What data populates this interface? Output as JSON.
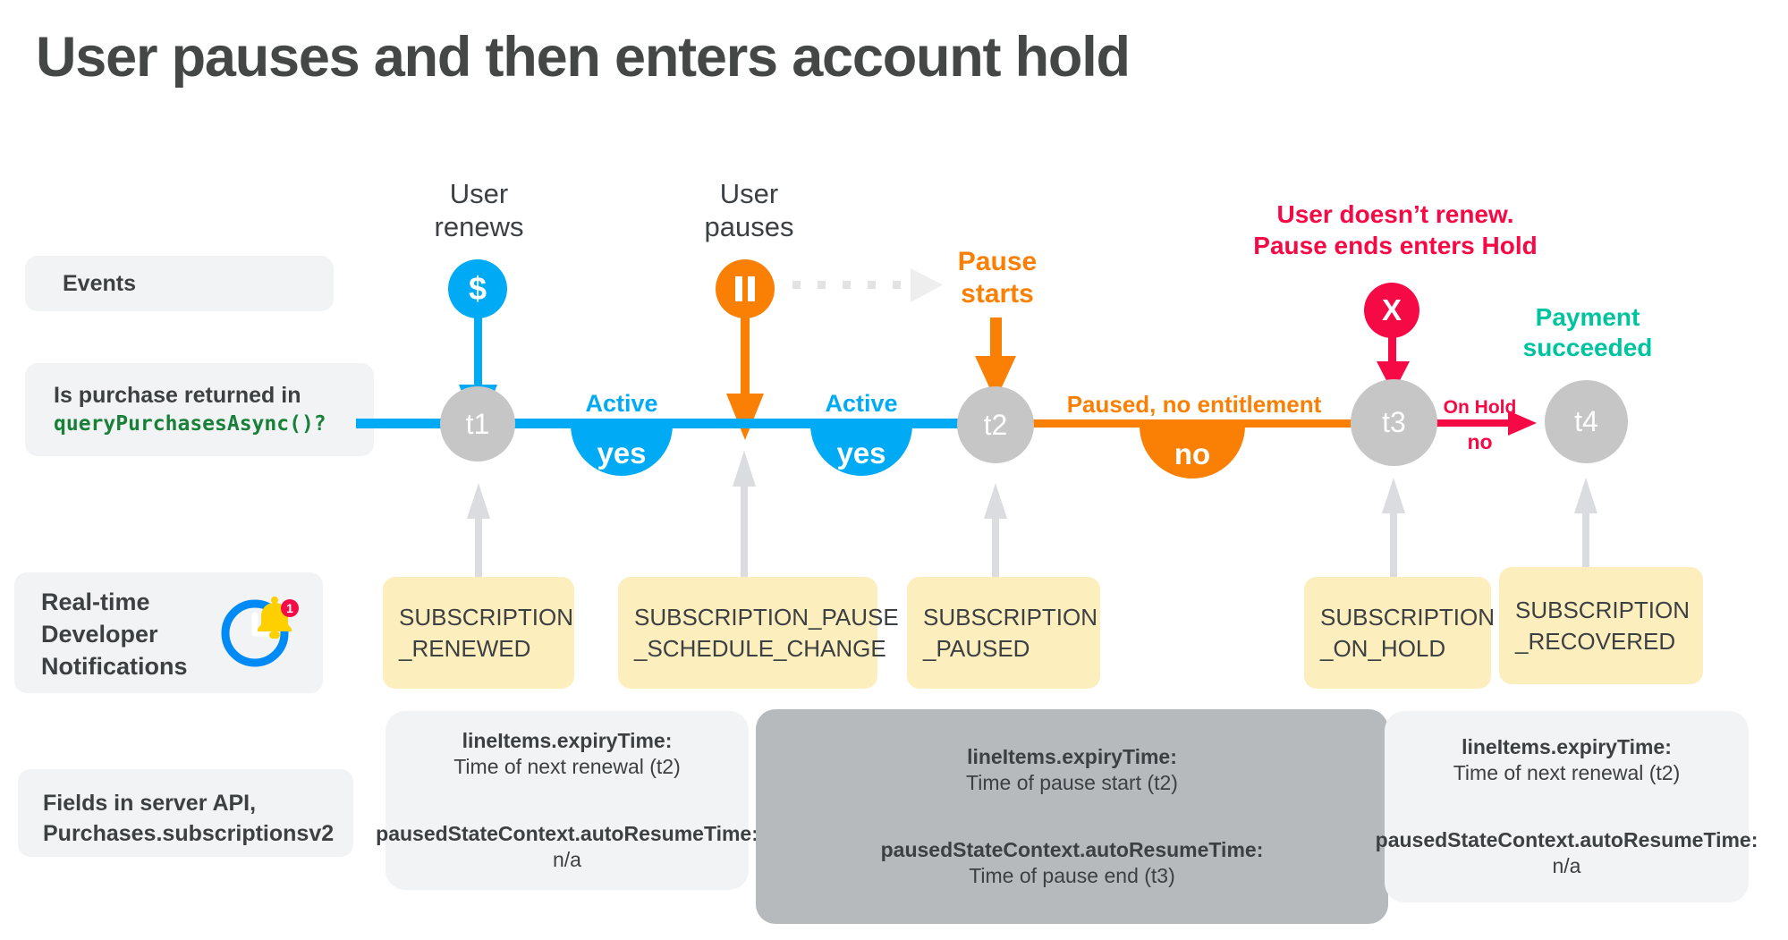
{
  "page": {
    "title": "User pauses and then enters account hold",
    "background": "#ffffff"
  },
  "colors": {
    "blue": "#00aaf5",
    "orange": "#fa8005",
    "red": "#f50a46",
    "teal": "#00c4a0",
    "green": "#188038",
    "node_gray": "#c6c6c6",
    "panel_light": "#f1f3f4",
    "panel_dark": "#b6babd",
    "notif_yellow": "#fdeebe",
    "arrow_gray": "#dadce0",
    "title_gray": "#444746"
  },
  "row_labels": {
    "events": "Events",
    "query_line1": "Is purchase returned in",
    "query_line2": "queryPurchasesAsync()?",
    "rtdn": "Real-time\nDeveloper\nNotifications",
    "rtdn_icon": "clock-bell-notification-icon",
    "rtdn_badge_count": "1",
    "fields_line1": "Fields in server API,",
    "fields_line2": "Purchases.subscriptionsv2"
  },
  "events": [
    {
      "id": "user-renews",
      "text": "User\nrenews",
      "badge_glyph": "$",
      "badge_icon": "dollar-icon",
      "color": "#00aaf5"
    },
    {
      "id": "user-pauses",
      "text": "User\npauses",
      "badge_glyph": "",
      "badge_icon": "pause-icon",
      "color": "#fa8005"
    },
    {
      "id": "pause-starts",
      "text": "Pause\nstarts",
      "badge_glyph": "",
      "badge_icon": "dotted-arrow-icon",
      "color": "#fa8005"
    },
    {
      "id": "user-doesnt-renew",
      "text": "User doesn’t renew.\nPause ends enters Hold",
      "badge_glyph": "X",
      "badge_icon": "x-icon",
      "color": "#f50a46"
    },
    {
      "id": "payment-succeeded",
      "text": "Payment\nsucceeded",
      "badge_glyph": "",
      "badge_icon": "",
      "color": "#00c4a0"
    }
  ],
  "timeline": {
    "nodes": [
      {
        "id": "t1",
        "label": "t1"
      },
      {
        "id": "t2",
        "label": "t2"
      },
      {
        "id": "t3",
        "label": "t3"
      },
      {
        "id": "t4",
        "label": "t4"
      }
    ],
    "segments": [
      {
        "id": "seg-active-1",
        "state": "Active",
        "answer": "yes",
        "color": "#00aaf5"
      },
      {
        "id": "seg-active-2",
        "state": "Active",
        "answer": "yes",
        "color": "#00aaf5"
      },
      {
        "id": "seg-paused",
        "state": "Paused, no entitlement",
        "answer": "no",
        "color": "#fa8005"
      },
      {
        "id": "seg-on-hold",
        "state": "On Hold",
        "answer": "no",
        "color": "#f50a46"
      }
    ]
  },
  "notifications": [
    {
      "id": "subscription-renewed",
      "text": "SUBSCRIPTION\n_RENEWED"
    },
    {
      "id": "subscription-pause-schedule-change",
      "text": "SUBSCRIPTION_PAUSE\n_SCHEDULE_CHANGE"
    },
    {
      "id": "subscription-paused",
      "text": "SUBSCRIPTION\n_PAUSED"
    },
    {
      "id": "subscription-on-hold",
      "text": "SUBSCRIPTION\n_ON_HOLD"
    },
    {
      "id": "subscription-recovered",
      "text": "SUBSCRIPTION\n_RECOVERED"
    }
  ],
  "field_panels": [
    {
      "id": "fields-active",
      "variant": "light",
      "expiry_key": "lineItems.expiryTime:",
      "expiry_val": "Time of next renewal (t2)",
      "resume_key": "pausedStateContext.autoResumeTime:",
      "resume_val": "n/a"
    },
    {
      "id": "fields-paused",
      "variant": "dark",
      "expiry_key": "lineItems.expiryTime:",
      "expiry_val": "Time of pause start (t2)",
      "resume_key": "pausedStateContext.autoResumeTime:",
      "resume_val": "Time of pause end (t3)"
    },
    {
      "id": "fields-recovered",
      "variant": "light",
      "expiry_key": "lineItems.expiryTime:",
      "expiry_val": "Time of next renewal (t2)",
      "resume_key": "pausedStateContext.autoResumeTime:",
      "resume_val": "n/a"
    }
  ]
}
